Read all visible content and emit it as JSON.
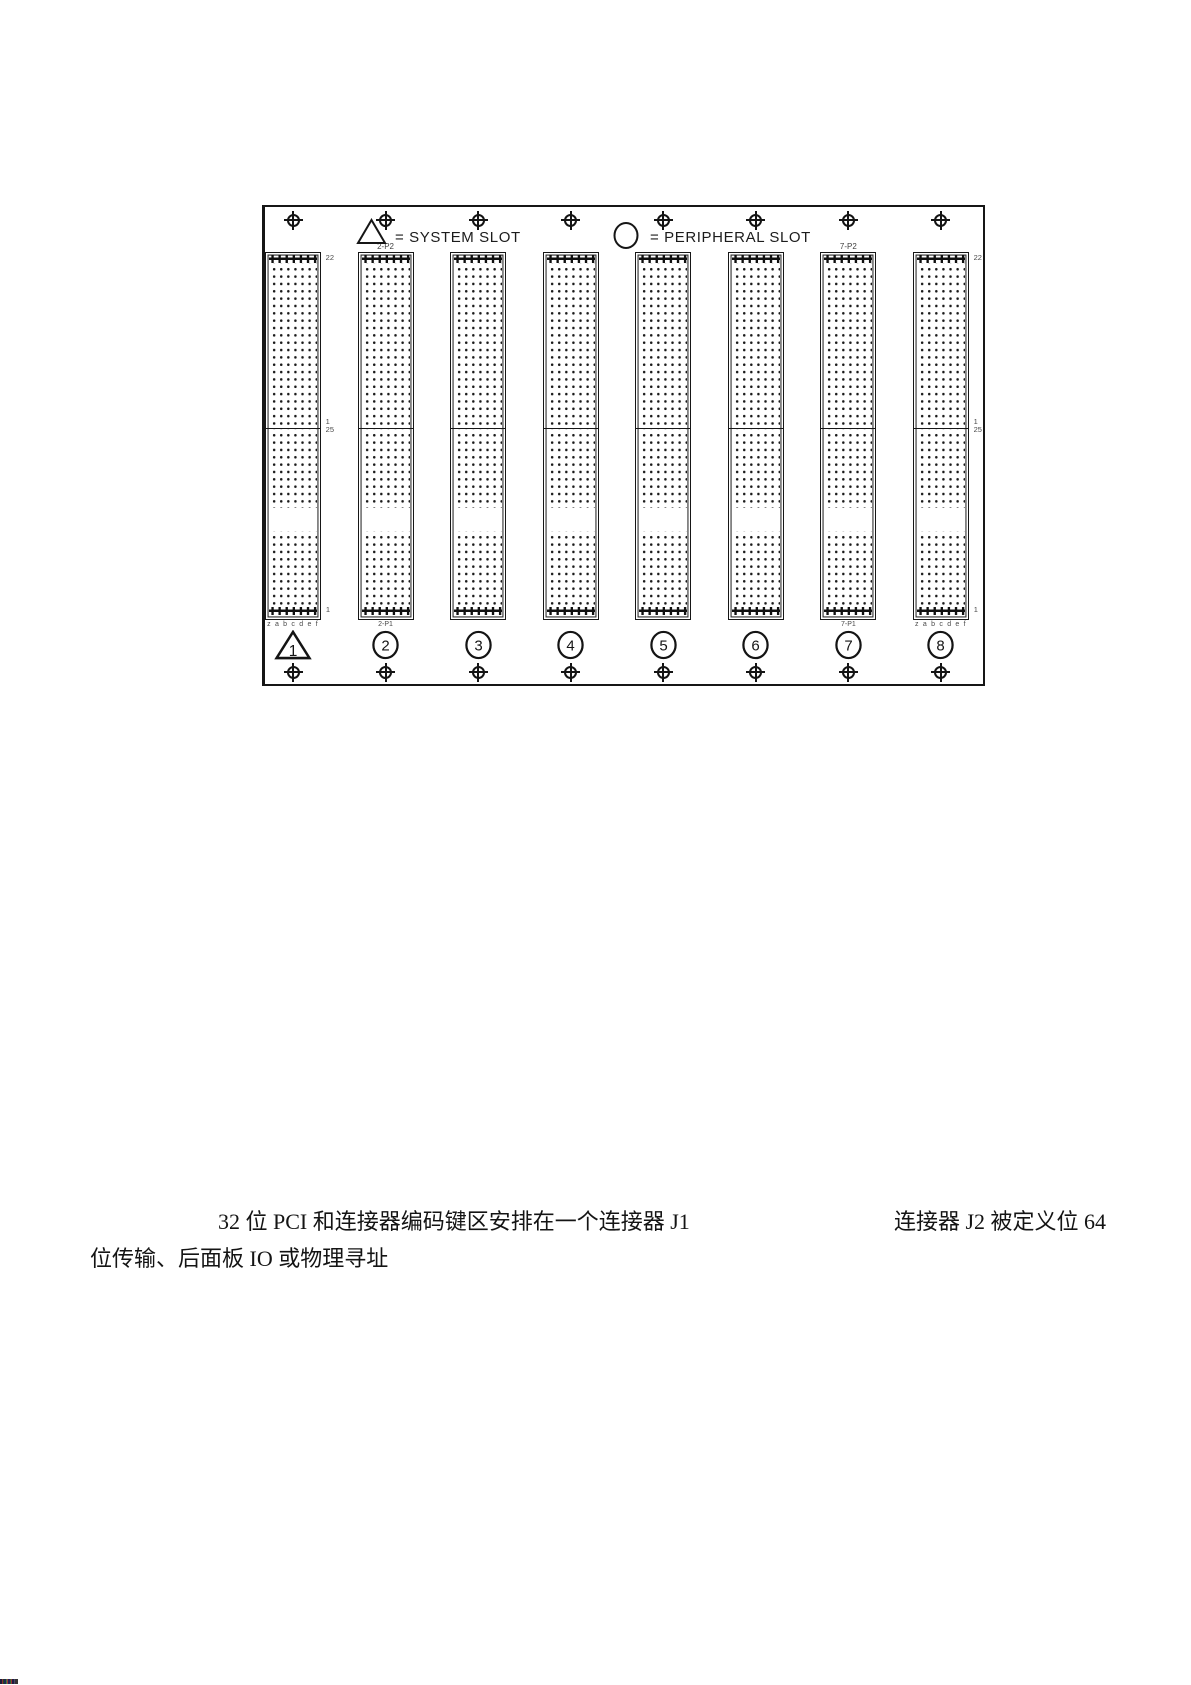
{
  "figure": {
    "legend": {
      "system": "= SYSTEM SLOT",
      "peripheral": "= PERIPHERAL SLOT"
    },
    "row_labels": {
      "p2_top": "22",
      "p2_bottom": "1",
      "p1_top": "25",
      "p1_bottom": "1"
    },
    "slots": [
      {
        "number": "1",
        "marker": "triangle",
        "top_label": "",
        "bottom_label": "z a b c d e f"
      },
      {
        "number": "2",
        "marker": "circle",
        "top_label": "2-P2",
        "bottom_label": "2-P1"
      },
      {
        "number": "3",
        "marker": "circle",
        "top_label": "",
        "bottom_label": ""
      },
      {
        "number": "4",
        "marker": "circle",
        "top_label": "",
        "bottom_label": ""
      },
      {
        "number": "5",
        "marker": "circle",
        "top_label": "",
        "bottom_label": ""
      },
      {
        "number": "6",
        "marker": "circle",
        "top_label": "",
        "bottom_label": ""
      },
      {
        "number": "7",
        "marker": "circle",
        "top_label": "7-P2",
        "bottom_label": "7-P1"
      },
      {
        "number": "8",
        "marker": "circle",
        "top_label": "",
        "bottom_label": "z a b c d e f"
      }
    ]
  },
  "text": {
    "line1_part1": "32 位 PCI 和连接器编码键区安排在一个连接器 J1",
    "line1_part2": "连接器 J2 被定义位 64",
    "line2": "位传输、后面板 IO 或物理寻址"
  },
  "colors": {
    "ink": "#161616",
    "label_gray": "#4a4a4a"
  }
}
